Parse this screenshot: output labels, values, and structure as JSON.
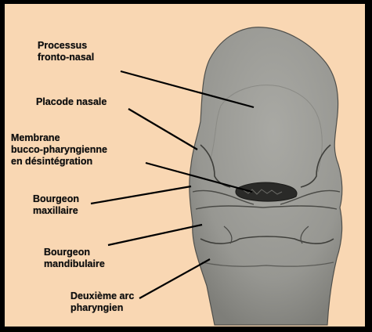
{
  "labels": {
    "processus": [
      "Processus",
      "fronto-nasal"
    ],
    "placode": [
      "Placode nasale"
    ],
    "membrane": [
      "Membrane",
      "bucco-pharyngienne",
      "en désintégration"
    ],
    "maxillaire": [
      "Bourgeon",
      "maxillaire"
    ],
    "mandibulaire": [
      "Bourgeon",
      "mandibulaire"
    ],
    "arc": [
      "Deuxième arc",
      "pharyngien"
    ]
  },
  "colors": {
    "background": "#f9d7b3",
    "embryo": "#9b9b96",
    "embryo_dark": "#5d5d58",
    "frame": "#000000"
  }
}
